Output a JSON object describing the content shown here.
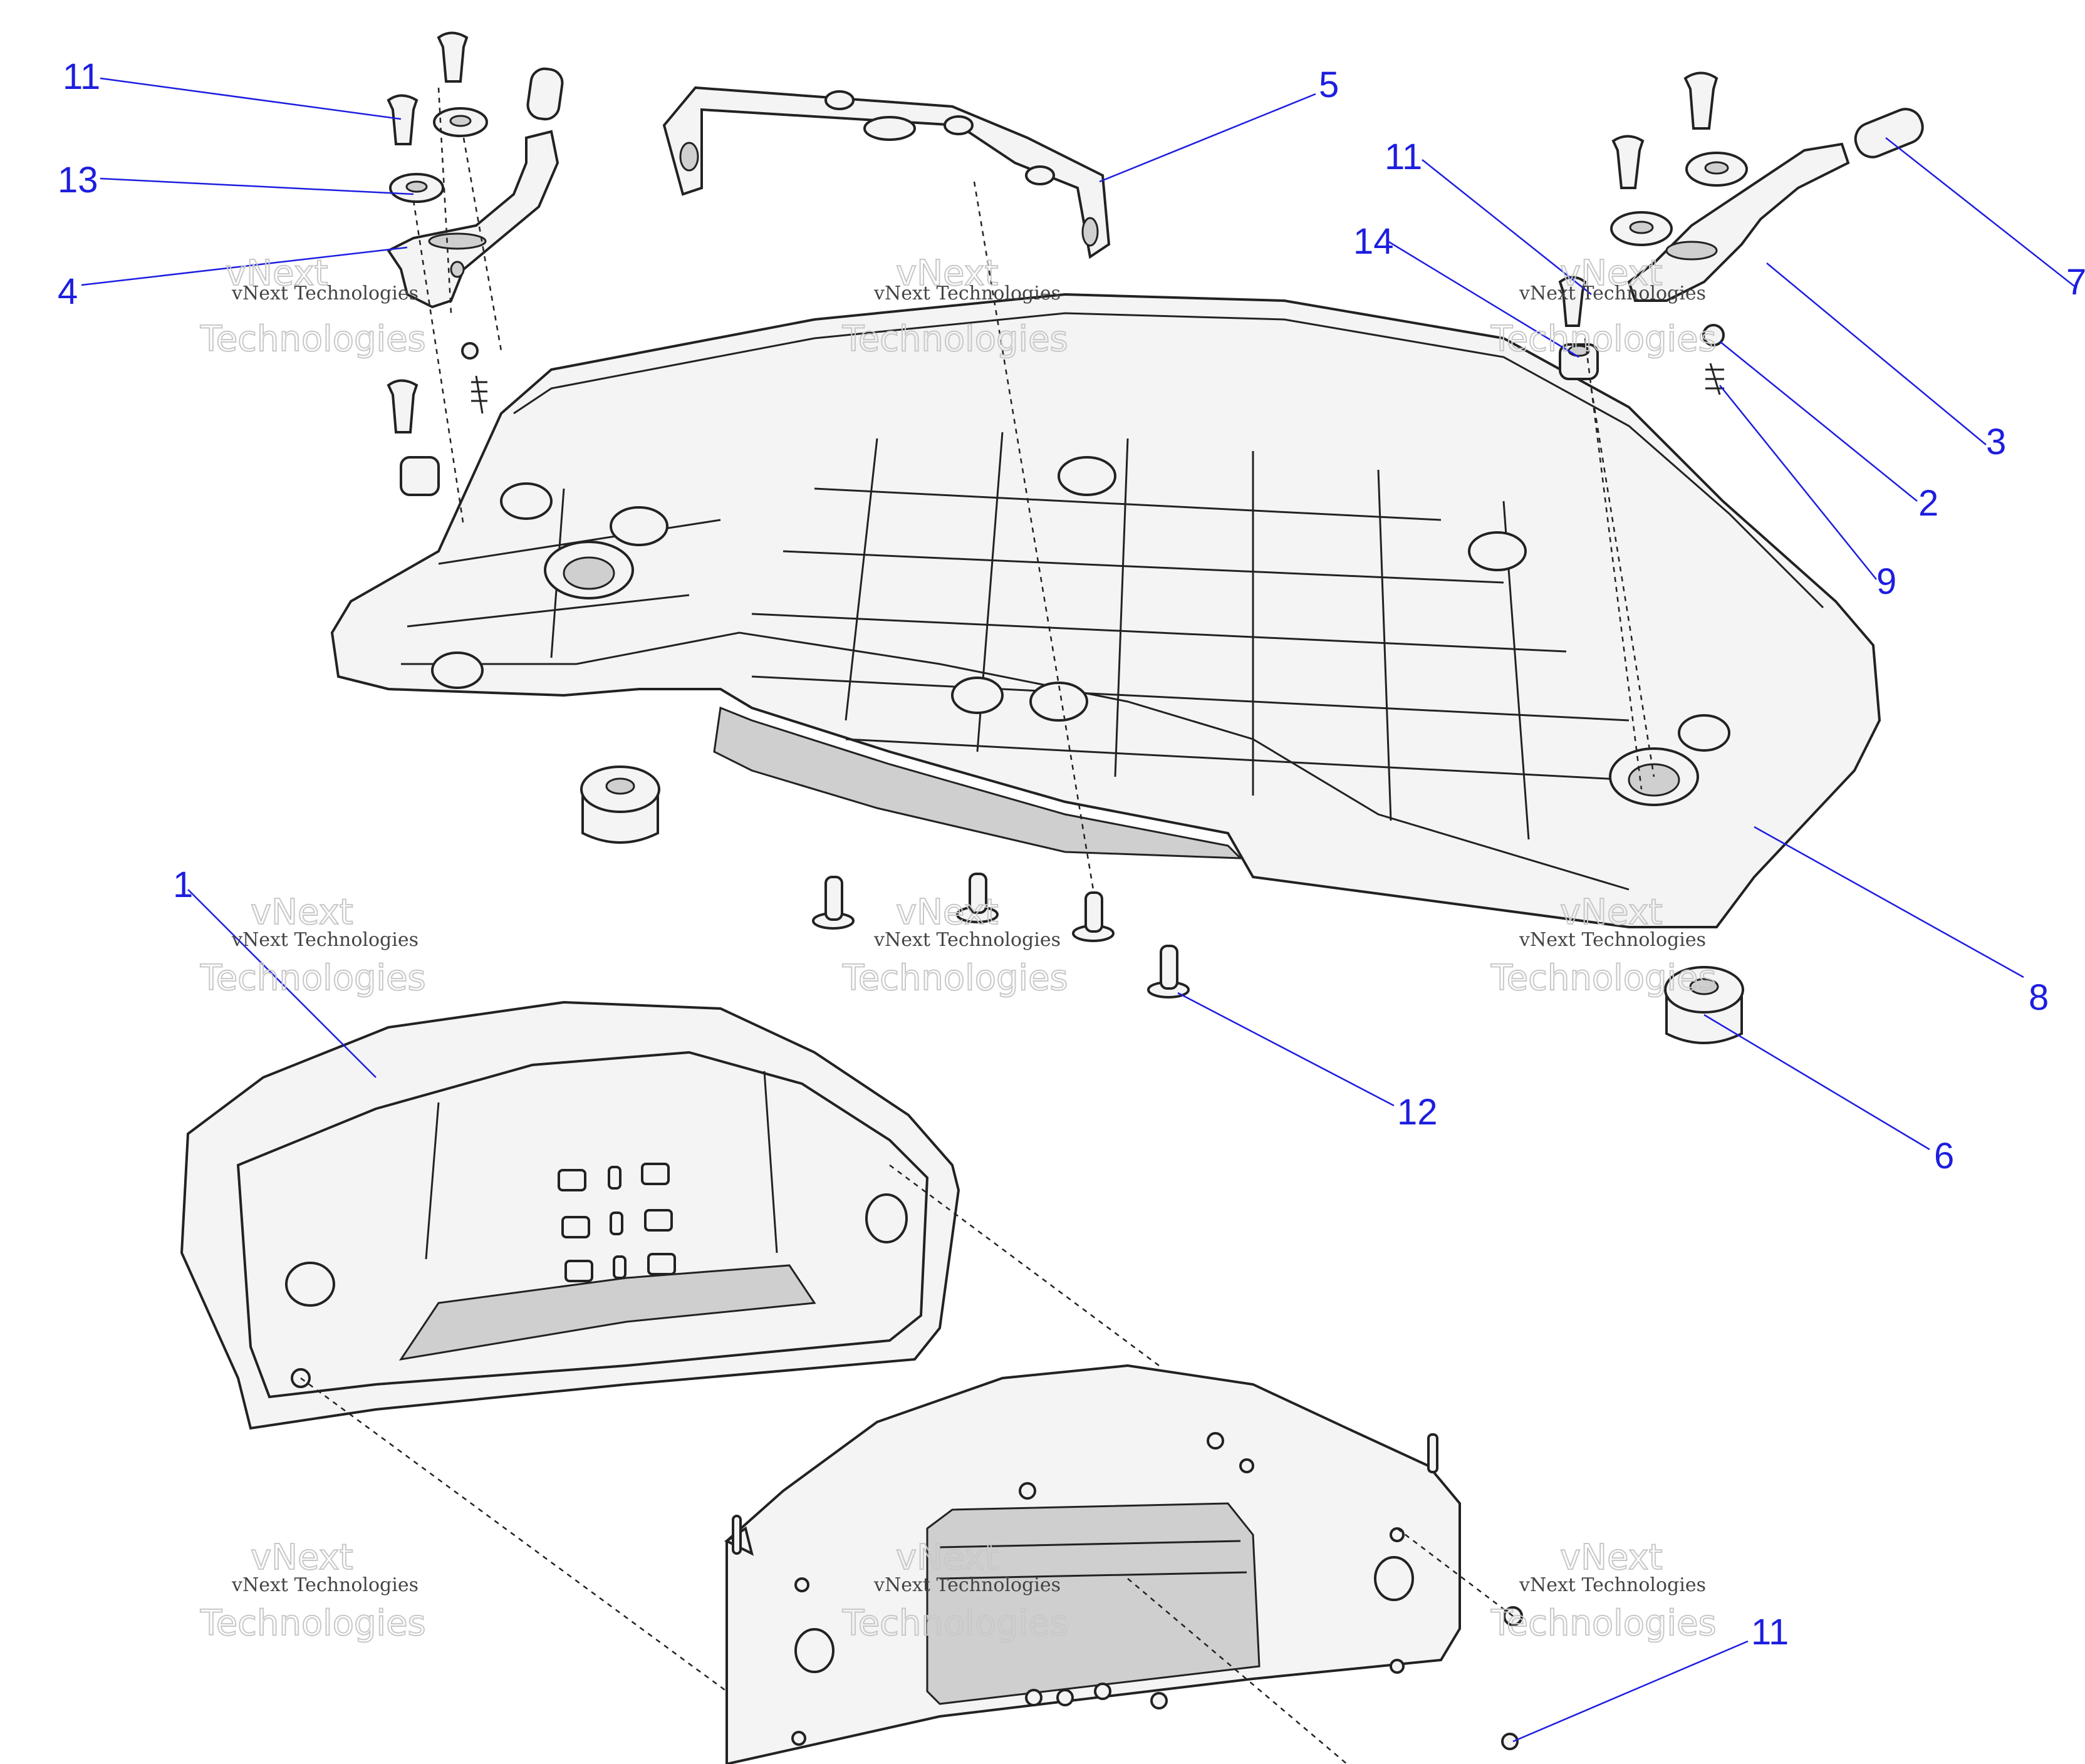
{
  "diagram": {
    "callouts": [
      {
        "id": "c11a",
        "label": "11"
      },
      {
        "id": "c13",
        "label": "13"
      },
      {
        "id": "c4",
        "label": "4"
      },
      {
        "id": "c5",
        "label": "5"
      },
      {
        "id": "c11b",
        "label": "11"
      },
      {
        "id": "c14",
        "label": "14"
      },
      {
        "id": "c7",
        "label": "7"
      },
      {
        "id": "c3",
        "label": "3"
      },
      {
        "id": "c2",
        "label": "2"
      },
      {
        "id": "c9",
        "label": "9"
      },
      {
        "id": "c8",
        "label": "8"
      },
      {
        "id": "c1",
        "label": "1"
      },
      {
        "id": "c12",
        "label": "12"
      },
      {
        "id": "c6",
        "label": "6"
      },
      {
        "id": "c11c",
        "label": "11"
      }
    ],
    "watermark": {
      "small_text": "vNext Technologies",
      "big_line1": "vNext",
      "big_line2": "Technologies"
    }
  },
  "colors": {
    "callout": "#1d1de0",
    "line": "#222222",
    "part_fill": "#f4f4f4",
    "shade_fill": "#cfcfcf",
    "watermark_outline": "#c8c8c8"
  }
}
